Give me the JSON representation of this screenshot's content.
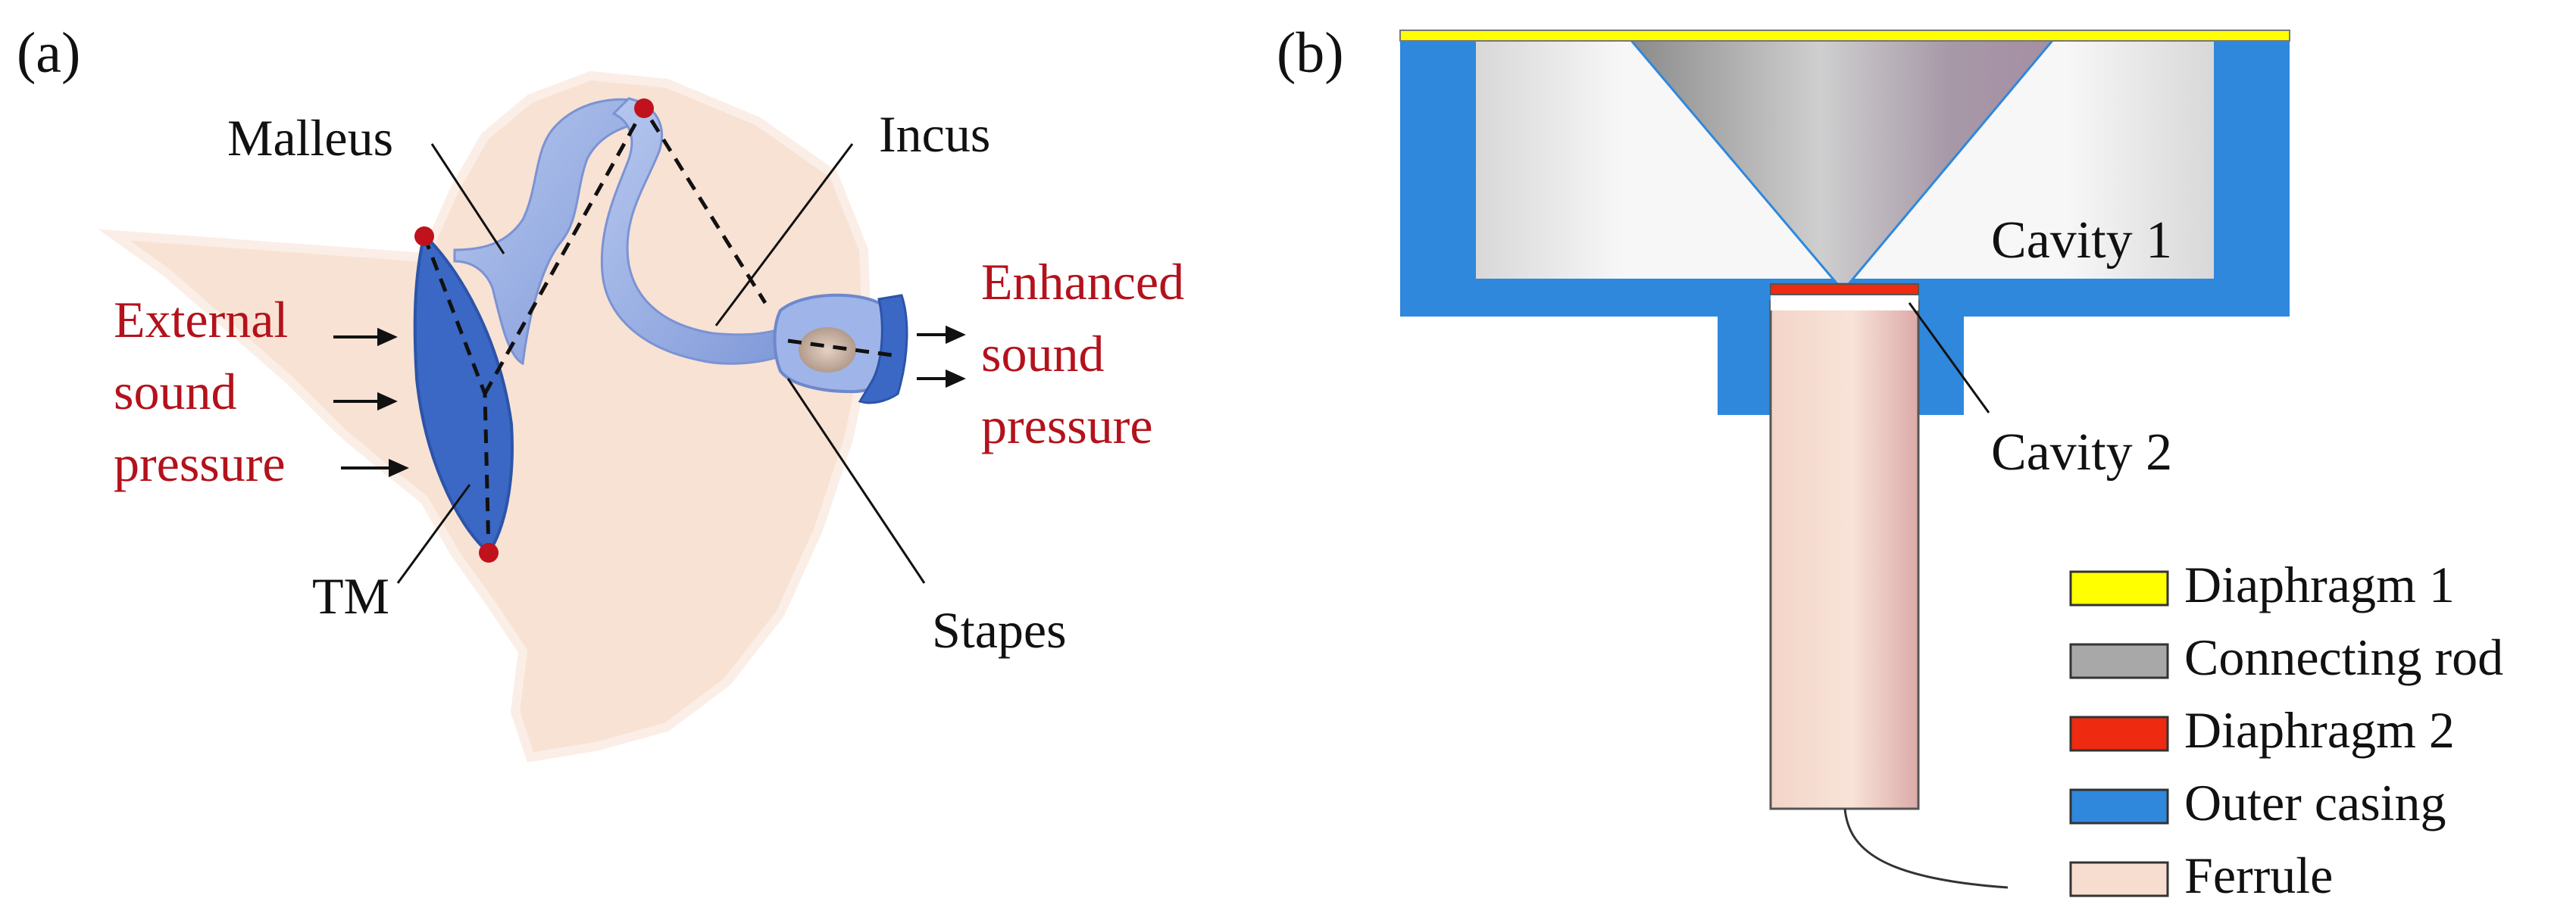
{
  "panel_a": {
    "label": "(a)",
    "malleus": "Malleus",
    "incus": "Incus",
    "stapes": "Stapes",
    "tm": "TM",
    "external": [
      "External",
      "sound",
      "pressure"
    ],
    "enhanced": [
      "Enhanced",
      "sound",
      "pressure"
    ]
  },
  "panel_b": {
    "label": "(b)",
    "cavity1": "Cavity 1",
    "cavity2": "Cavity 2"
  },
  "legend": [
    {
      "label": "Diaphragm 1",
      "color": "#ffff00"
    },
    {
      "label": "Connecting rod",
      "color": "#a8a8a8"
    },
    {
      "label": "Diaphragm 2",
      "color": "#ee2a10"
    },
    {
      "label": "Outer casing",
      "color": "#2f88dc"
    },
    {
      "label": "Ferrule",
      "color": "#f7ddcf"
    }
  ],
  "colors": {
    "text_red": "#b3121c",
    "membrane_peach": "#f8e2d4",
    "ossicle_blue": "#8fa8e3",
    "tm_blue": "#3b68c4"
  }
}
